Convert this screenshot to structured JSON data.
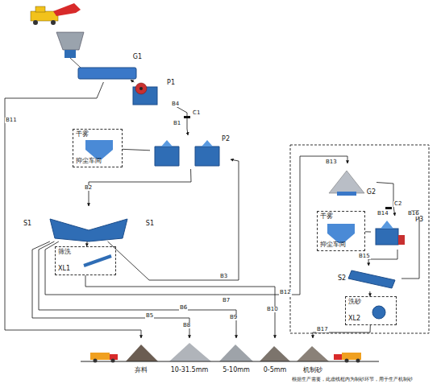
{
  "diagram": {
    "caption": "根据生产需要，此虚线框内为制砂环节，用于生产机制砂",
    "nodes": [
      {
        "text": [
          "G1"
        ]
      },
      {
        "text": [
          "P1"
        ]
      },
      {
        "text": [
          "干雾",
          "抑尘车间"
        ]
      },
      {
        "text": [
          "P2"
        ]
      },
      {
        "text": [
          "S1",
          "S1"
        ]
      },
      {
        "text": [
          "筛洗",
          "XL1"
        ]
      },
      {
        "text": [
          "G2"
        ]
      },
      {
        "text": [
          "干雾",
          "抑尘车间"
        ]
      },
      {
        "text": [
          "P3"
        ]
      },
      {
        "text": [
          "S2"
        ]
      },
      {
        "text": [
          "洗砂",
          "XL2"
        ]
      },
      {
        "text": [
          "弃料"
        ]
      },
      {
        "text": [
          "10-31.5mm"
        ]
      },
      {
        "text": [
          "5-10mm"
        ]
      },
      {
        "text": [
          "0-5mm"
        ]
      },
      {
        "text": [
          "机制砂"
        ]
      }
    ],
    "edges": [
      {
        "from": 0,
        "to": 1,
        "arrow": "to"
      },
      {
        "from": 0,
        "to": 11,
        "arrow": "to"
      },
      {
        "from": 1,
        "to": 3,
        "arrow": "to"
      },
      {
        "from": 3,
        "to": 4,
        "arrow": "to"
      },
      {
        "from": 4,
        "to": 3,
        "arrow": "to"
      },
      {
        "from": 4,
        "to": 5,
        "arrow": "to"
      },
      {
        "from": 4,
        "to": 12,
        "arrow": "to"
      },
      {
        "from": 4,
        "to": 13,
        "arrow": "to"
      },
      {
        "from": 4,
        "to": 6,
        "arrow": "to"
      },
      {
        "from": 5,
        "to": 14,
        "arrow": "to"
      },
      {
        "from": 6,
        "to": 8,
        "arrow": "to"
      },
      {
        "from": 8,
        "to": 9,
        "arrow": "to"
      },
      {
        "from": 9,
        "to": 8,
        "arrow": "to"
      },
      {
        "from": 9,
        "to": 10,
        "arrow": "to"
      },
      {
        "from": 10,
        "to": 15,
        "arrow": "to"
      },
      {
        "from": 3,
        "to": 2,
        "arrow": "none"
      },
      {
        "from": 8,
        "to": 7,
        "arrow": "none"
      }
    ],
    "labels": [
      "B4",
      "C1",
      "B11",
      "B1",
      "B2",
      "B3",
      "B6",
      "B7",
      "B5",
      "B8",
      "B9",
      "B10",
      "B12",
      "B13",
      "C2",
      "B14",
      "B16",
      "B15",
      "B17"
    ]
  }
}
